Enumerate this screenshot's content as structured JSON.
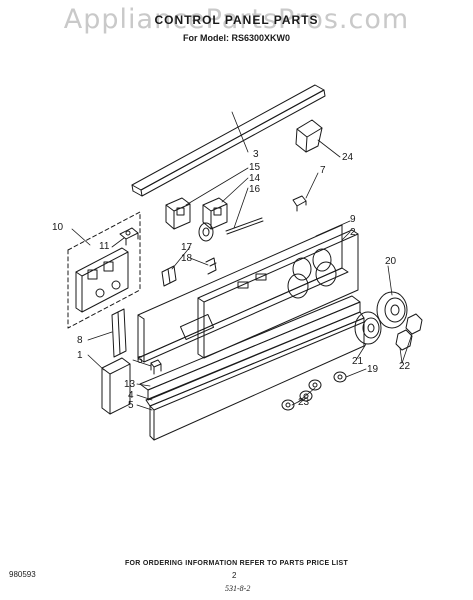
{
  "watermark": "AppliancePartsPros.com",
  "header": {
    "title": "CONTROL PANEL PARTS",
    "model_line": "For Model: RS6300XKW0"
  },
  "callouts": [
    {
      "id": "1",
      "label": "1"
    },
    {
      "id": "2",
      "label": "2"
    },
    {
      "id": "3",
      "label": "3"
    },
    {
      "id": "4",
      "label": "4"
    },
    {
      "id": "5",
      "label": "5"
    },
    {
      "id": "6",
      "label": "6"
    },
    {
      "id": "7",
      "label": "7"
    },
    {
      "id": "8",
      "label": "8"
    },
    {
      "id": "9",
      "label": "9"
    },
    {
      "id": "10",
      "label": "10"
    },
    {
      "id": "11",
      "label": "11"
    },
    {
      "id": "13",
      "label": "13"
    },
    {
      "id": "14",
      "label": "14"
    },
    {
      "id": "15",
      "label": "15"
    },
    {
      "id": "16",
      "label": "16"
    },
    {
      "id": "17",
      "label": "17"
    },
    {
      "id": "18",
      "label": "18"
    },
    {
      "id": "19",
      "label": "19"
    },
    {
      "id": "20",
      "label": "20"
    },
    {
      "id": "21",
      "label": "21"
    },
    {
      "id": "22",
      "label": "22"
    },
    {
      "id": "23",
      "label": "23"
    },
    {
      "id": "24",
      "label": "24"
    }
  ],
  "footer": {
    "order_note": "FOR ORDERING INFORMATION REFER TO PARTS PRICE LIST",
    "doc_number": "980593",
    "page_number": "2",
    "code": "531-8-2"
  },
  "colors": {
    "ink": "#1a1a1a",
    "watermark": "#c9c9c9",
    "paper": "#ffffff"
  }
}
